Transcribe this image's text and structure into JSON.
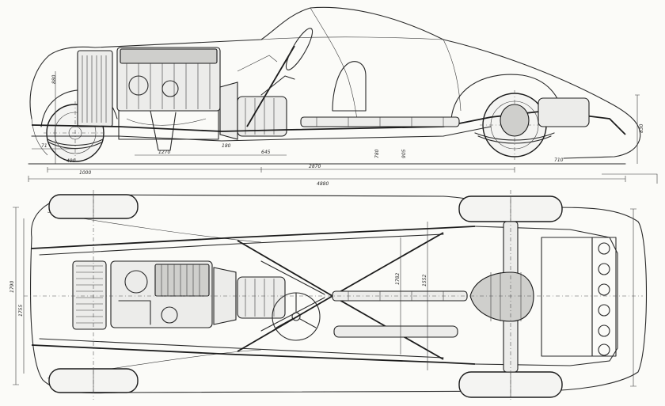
{
  "dimensions": {
    "overall_length": "4880",
    "wheelbase": "2870",
    "dim_1000": "1000",
    "dim_1270": "1270",
    "dim_645": "645",
    "dim_490": "490",
    "dim_880": "880",
    "dim_710": "710",
    "dim_71": "71",
    "dim_180": "180",
    "dim_1782": "1782",
    "dim_1790": "1790",
    "dim_1552": "1552",
    "dim_1755": "1755",
    "dim_830": "830",
    "dim_780": "780",
    "dim_905": "905"
  }
}
